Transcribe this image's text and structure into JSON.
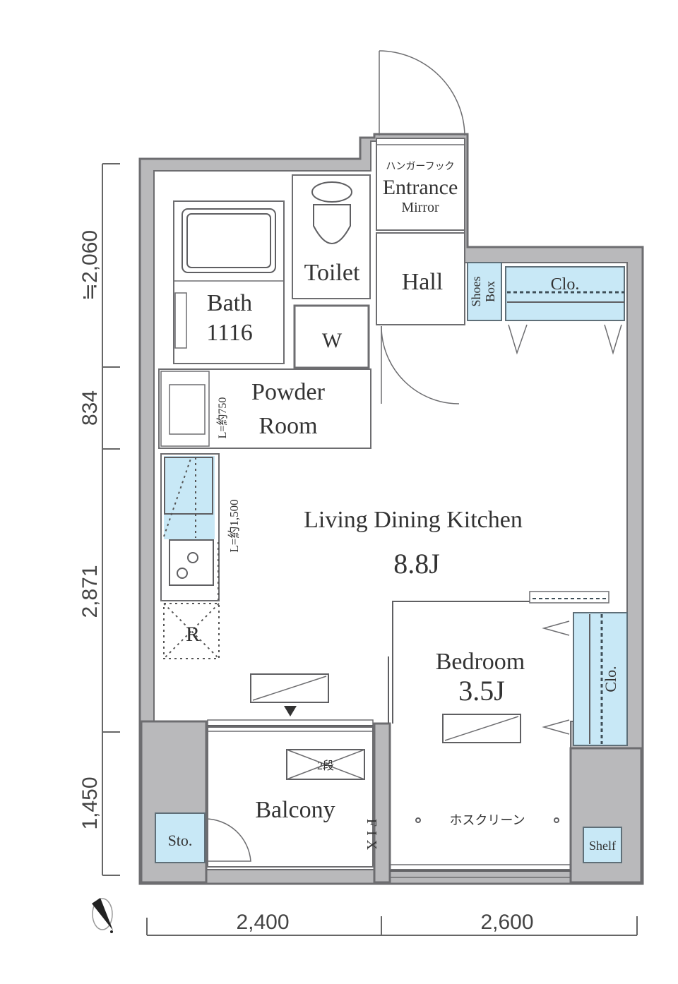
{
  "rooms": {
    "ldk": {
      "name": "Living Dining Kitchen",
      "size": "8.8J"
    },
    "bedroom": {
      "name": "Bedroom",
      "size": "3.5J"
    },
    "bath": {
      "name": "Bath",
      "size": "1116"
    },
    "toilet": {
      "name": "Toilet"
    },
    "washer": {
      "name": "W"
    },
    "powder": {
      "name_line1": "Powder",
      "name_line2": "Room"
    },
    "hall": {
      "name": "Hall"
    },
    "entrance": {
      "name": "Entrance",
      "hook": "ハンガーフック",
      "mirror": "Mirror"
    },
    "shoes_box": {
      "name_line1": "Shoes",
      "name_line2": "Box"
    },
    "closet_top": {
      "name": "Clo."
    },
    "closet_bedroom": {
      "name": "Clo."
    },
    "balcony": {
      "name": "Balcony",
      "step": "2段",
      "fix": "FIX"
    },
    "storage": {
      "name": "Sto."
    },
    "shelf": {
      "name": "Shelf"
    },
    "fridge": {
      "name": "R"
    },
    "screen": {
      "name": "ホスクリーン"
    }
  },
  "annotations": {
    "counter_powder": "L=約750",
    "counter_kitchen": "L=約1,500"
  },
  "dimensions": {
    "vertical": [
      "≒2,060",
      "834",
      "2,871",
      "1,450"
    ],
    "horizontal": [
      "2,400",
      "2,600"
    ]
  },
  "icons": {
    "compass": "north-arrow-icon"
  },
  "colors": {
    "wall": "#b9b9bb",
    "storage_blue": "#c8e8f6",
    "line": "#6d6d70"
  }
}
